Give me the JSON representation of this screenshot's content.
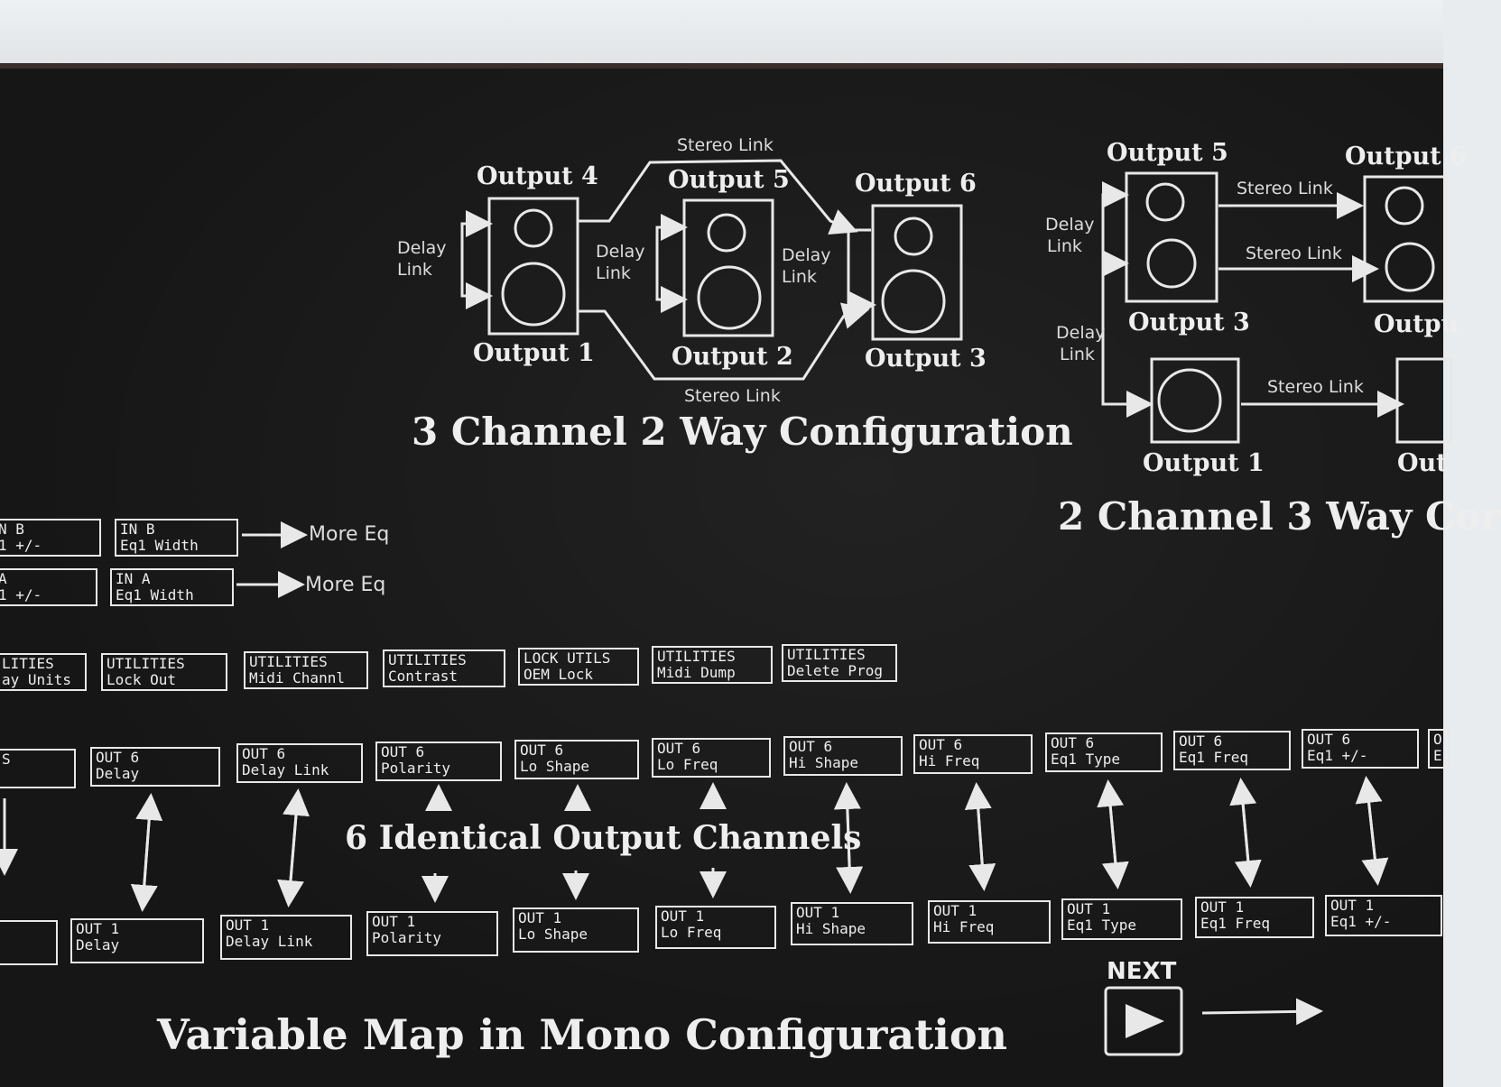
{
  "config_3ch": {
    "stereo_link_top": "Stereo Link",
    "stereo_link_bottom": "Stereo Link",
    "outputs_top": [
      "Output 4",
      "Output 5",
      "Output 6"
    ],
    "outputs_bottom": [
      "Output 1",
      "Output 2",
      "Output 3"
    ],
    "delay_link": [
      "Delay",
      "Link"
    ],
    "title": "3 Channel 2 Way Configuration"
  },
  "config_2ch": {
    "outputs": [
      "Output 5",
      "Output 6",
      "Output 3",
      "Outpu",
      "Output 1",
      "Out"
    ],
    "stereo_links": [
      "Stereo Link",
      "Stereo Link",
      "Stereo Link"
    ],
    "delay_link": [
      "Delay",
      "Link"
    ],
    "title": "2 Channel 3 Way Cor"
  },
  "eq_rows": [
    {
      "cells": [
        [
          "N B",
          "1 +/-"
        ],
        [
          "IN B",
          "Eq1 Width"
        ]
      ],
      "more": "More Eq"
    },
    {
      "cells": [
        [
          "A",
          "1 +/-"
        ],
        [
          "IN A",
          "Eq1 Width"
        ]
      ],
      "more": "More Eq"
    }
  ],
  "utilities": [
    [
      "LITIES",
      "ay Units"
    ],
    [
      "UTILITIES",
      "Lock Out"
    ],
    [
      "UTILITIES",
      "Midi Channl"
    ],
    [
      "UTILITIES",
      "Contrast"
    ],
    [
      "LOCK UTILS",
      "OEM Lock"
    ],
    [
      "UTILITIES",
      "Midi Dump"
    ],
    [
      "UTILITIES",
      "Delete Prog"
    ]
  ],
  "out6": [
    [
      "S",
      ""
    ],
    [
      "OUT 6",
      "Delay"
    ],
    [
      "OUT 6",
      "Delay Link"
    ],
    [
      "OUT 6",
      "Polarity"
    ],
    [
      "OUT 6",
      "Lo Shape"
    ],
    [
      "OUT 6",
      "Lo Freq"
    ],
    [
      "OUT 6",
      "Hi Shape"
    ],
    [
      "OUT 6",
      "Hi Freq"
    ],
    [
      "OUT 6",
      "Eq1 Type"
    ],
    [
      "OUT 6",
      "Eq1 Freq"
    ],
    [
      "OUT 6",
      "Eq1 +/-"
    ],
    [
      "O",
      "E"
    ]
  ],
  "out1": [
    [
      "",
      ""
    ],
    [
      "OUT 1",
      "Delay"
    ],
    [
      "OUT 1",
      "Delay Link"
    ],
    [
      "OUT 1",
      "Polarity"
    ],
    [
      "OUT 1",
      "Lo Shape"
    ],
    [
      "OUT 1",
      "Lo Freq"
    ],
    [
      "OUT 1",
      "Hi Shape"
    ],
    [
      "OUT 1",
      "Hi Freq"
    ],
    [
      "OUT 1",
      "Eq1 Type"
    ],
    [
      "OUT 1",
      "Eq1 Freq"
    ],
    [
      "OUT 1",
      "Eq1 +/-"
    ]
  ],
  "identical_label": "6 Identical Output Channels",
  "map_title": "Variable Map in Mono Configuration",
  "next_label": "NEXT"
}
